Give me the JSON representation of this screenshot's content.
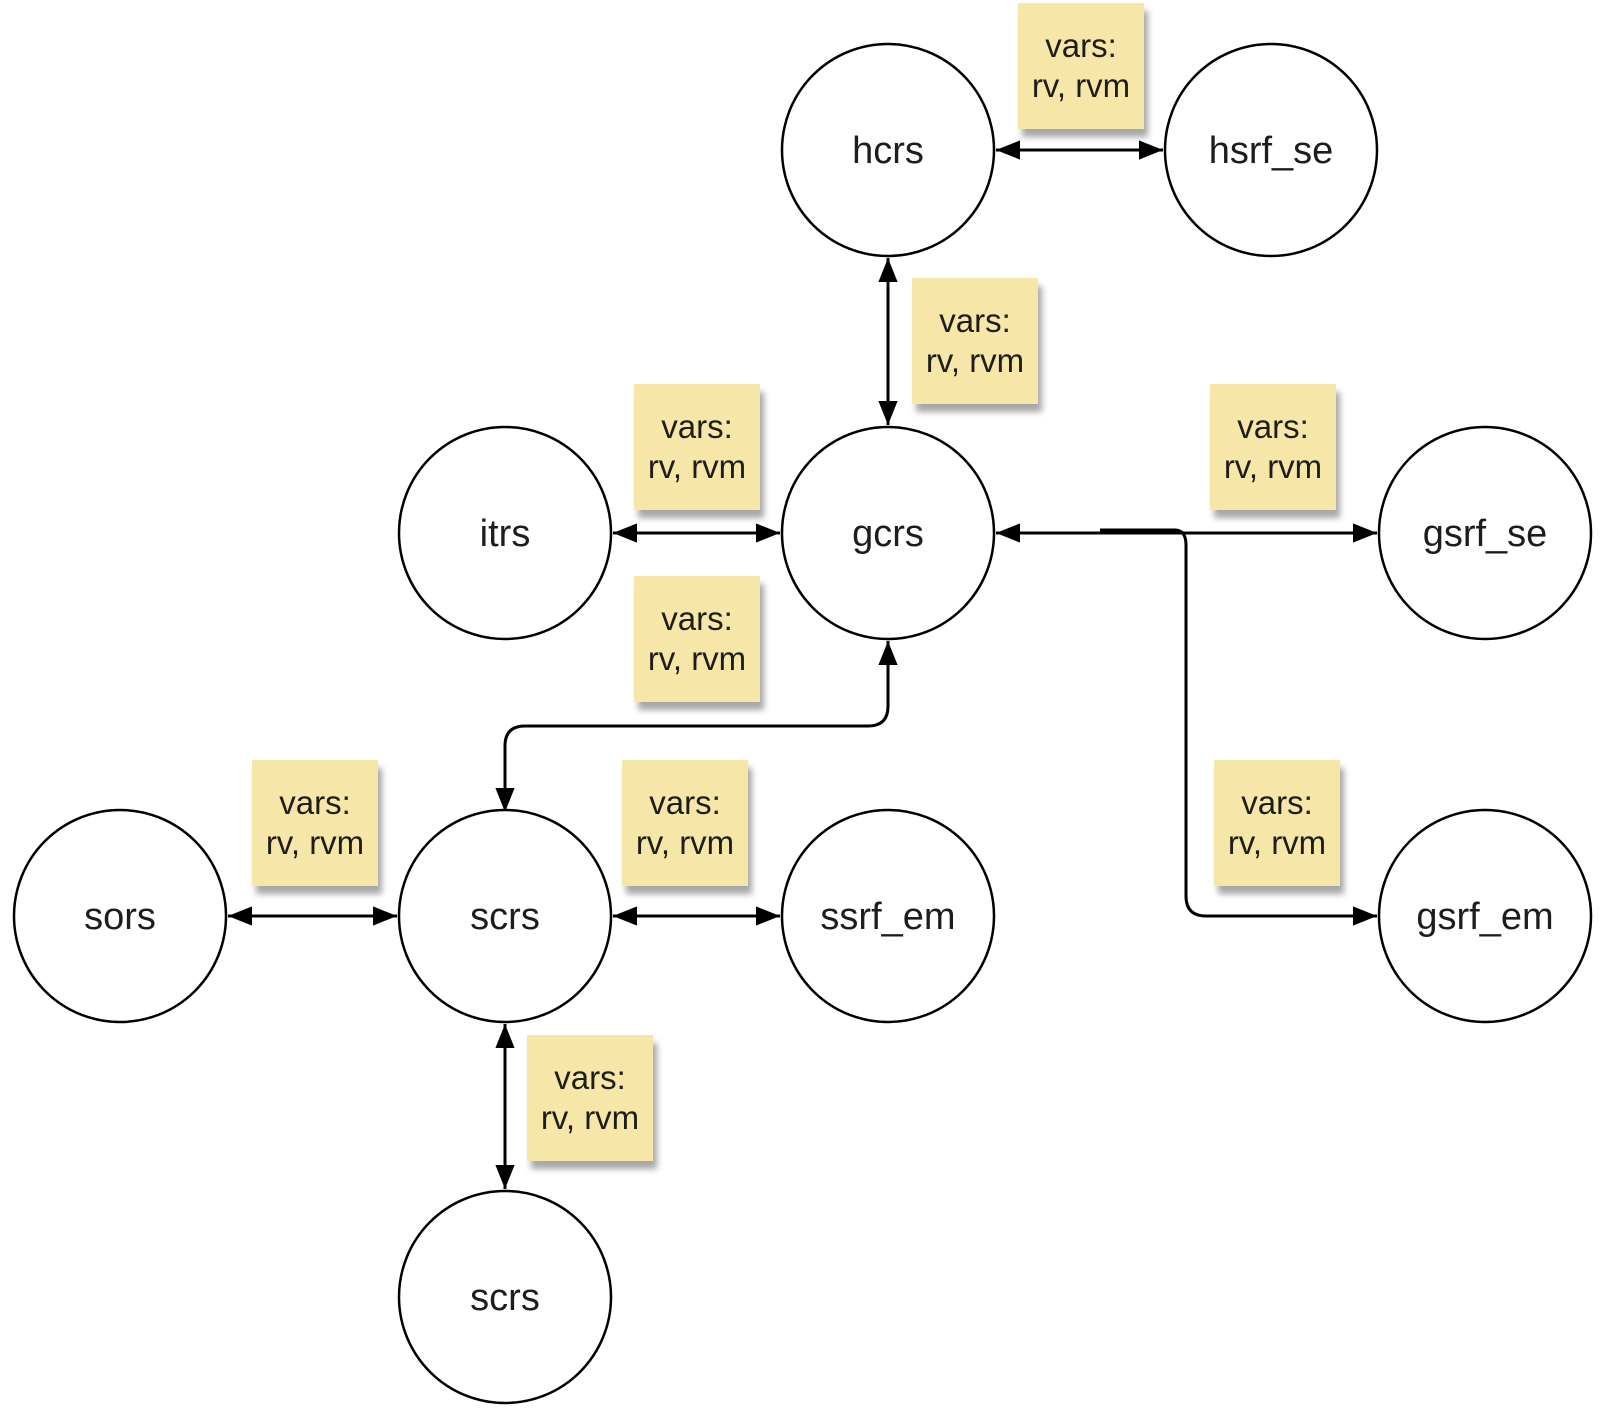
{
  "diagram": {
    "description": "Reference-frame transformation graph",
    "colors": {
      "background": "#ffffff",
      "node_fill": "#ffffff",
      "node_stroke": "#000000",
      "edge_stroke": "#000000",
      "sticky_bg": "#f6e7a8",
      "text": "#1d1d1b"
    },
    "sticky_note": {
      "line1": "vars:",
      "line2": "rv, rvm"
    },
    "nodes": [
      {
        "id": "hcrs",
        "label": "hcrs"
      },
      {
        "id": "hsrf_se",
        "label": "hsrf_se"
      },
      {
        "id": "itrs",
        "label": "itrs"
      },
      {
        "id": "gcrs",
        "label": "gcrs"
      },
      {
        "id": "gsrf_se",
        "label": "gsrf_se"
      },
      {
        "id": "sors",
        "label": "sors"
      },
      {
        "id": "scrs",
        "label": "scrs"
      },
      {
        "id": "ssrf_em",
        "label": "ssrf_em"
      },
      {
        "id": "gsrf_em",
        "label": "gsrf_em"
      },
      {
        "id": "scrs_2",
        "label": "scrs"
      }
    ],
    "edges": [
      {
        "from": "hcrs",
        "to": "hsrf_se",
        "bidirectional": true,
        "shape": "straight",
        "vars": "rv, rvm"
      },
      {
        "from": "hcrs",
        "to": "gcrs",
        "bidirectional": true,
        "shape": "straight",
        "vars": "rv, rvm"
      },
      {
        "from": "itrs",
        "to": "gcrs",
        "bidirectional": true,
        "shape": "straight",
        "vars": "rv, rvm"
      },
      {
        "from": "gcrs",
        "to": "gsrf_se",
        "bidirectional": true,
        "shape": "straight",
        "vars": "rv, rvm"
      },
      {
        "from": "gcrs",
        "to": "scrs",
        "bidirectional": true,
        "shape": "elbow",
        "vars": "rv, rvm"
      },
      {
        "from": "gcrs",
        "to": "gsrf_em",
        "bidirectional": true,
        "shape": "elbow",
        "vars": "rv, rvm"
      },
      {
        "from": "sors",
        "to": "scrs",
        "bidirectional": true,
        "shape": "straight",
        "vars": "rv, rvm"
      },
      {
        "from": "scrs",
        "to": "ssrf_em",
        "bidirectional": true,
        "shape": "straight",
        "vars": "rv, rvm"
      },
      {
        "from": "scrs",
        "to": "scrs_2",
        "bidirectional": true,
        "shape": "straight",
        "vars": "rv, rvm"
      }
    ]
  }
}
